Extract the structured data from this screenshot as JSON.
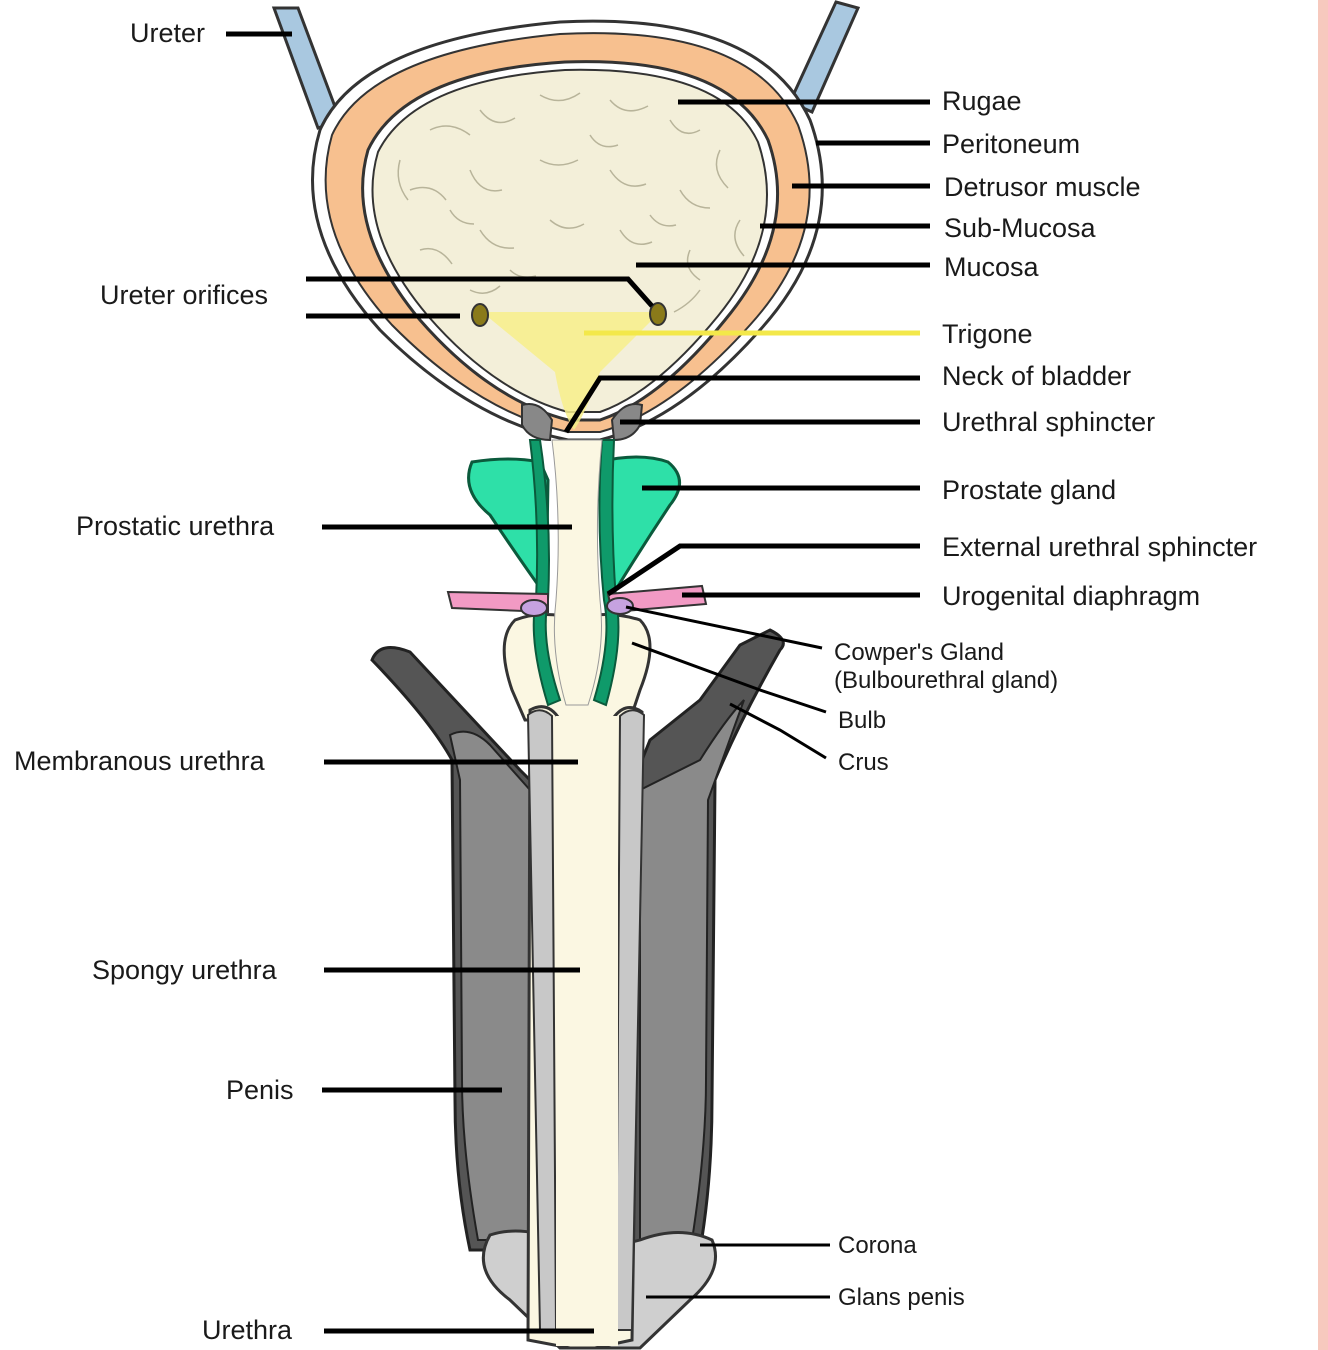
{
  "colors": {
    "ureter": "#a9c8e0",
    "detrusor": "#f7c08f",
    "lumen": "#f3efd9",
    "trigone": "#f7ef8a",
    "prostate": "#2ee0a8",
    "urethral_wall": "#0f9a6a",
    "urogenital": "#f29ac4",
    "cowper": "#c6a2e0",
    "corpora": "#7a7a7a",
    "crus": "#555555",
    "glans": "#cfcfcf",
    "spongy": "#fbf7e2",
    "border_right": "#f7c9be"
  },
  "labels": {
    "ureter": "Ureter",
    "rugae": "Rugae",
    "peritoneum": "Peritoneum",
    "detrusor": "Detrusor muscle",
    "submucosa": "Sub-Mucosa",
    "mucosa": "Mucosa",
    "ureter_orifices": "Ureter orifices",
    "trigone": "Trigone",
    "neck": "Neck of bladder",
    "urethral_sphincter": "Urethral sphincter",
    "prostate": "Prostate gland",
    "prostatic_urethra": "Prostatic urethra",
    "external_sphincter": "External urethral sphincter",
    "urogenital": "Urogenital diaphragm",
    "cowper_1": "Cowper's Gland",
    "cowper_2": "(Bulbourethral gland)",
    "bulb": "Bulb",
    "crus": "Crus",
    "membranous": "Membranous urethra",
    "spongy": "Spongy urethra",
    "penis": "Penis",
    "corona": "Corona",
    "glans": "Glans penis",
    "urethra": "Urethra"
  }
}
